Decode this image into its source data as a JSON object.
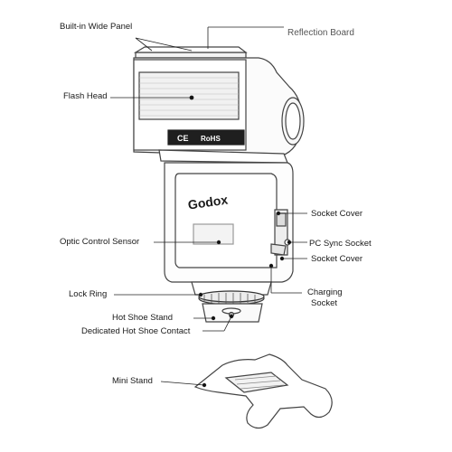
{
  "labels": {
    "built_in_wide_panel": "Built-in Wide Panel",
    "reflection_board": "Reflection Board",
    "flash_head": "Flash Head",
    "socket_cover_top": "Socket Cover",
    "pc_sync_socket": "PC Sync Socket",
    "socket_cover_bottom": "Socket Cover",
    "optic_control_sensor": "Optic Control Sensor",
    "lock_ring": "Lock Ring",
    "charging_socket_line1": "Charging",
    "charging_socket_line2": "Socket",
    "hot_shoe_stand": "Hot Shoe Stand",
    "dedicated_hot_shoe_contact": "Dedicated Hot Shoe Contact",
    "mini_stand": "Mini Stand"
  },
  "device": {
    "brand": "Godox",
    "head_marks": [
      "CE",
      "RoHS"
    ]
  },
  "colors": {
    "line": "#222222",
    "outline": "#444444",
    "leader_dot": "#111111"
  }
}
